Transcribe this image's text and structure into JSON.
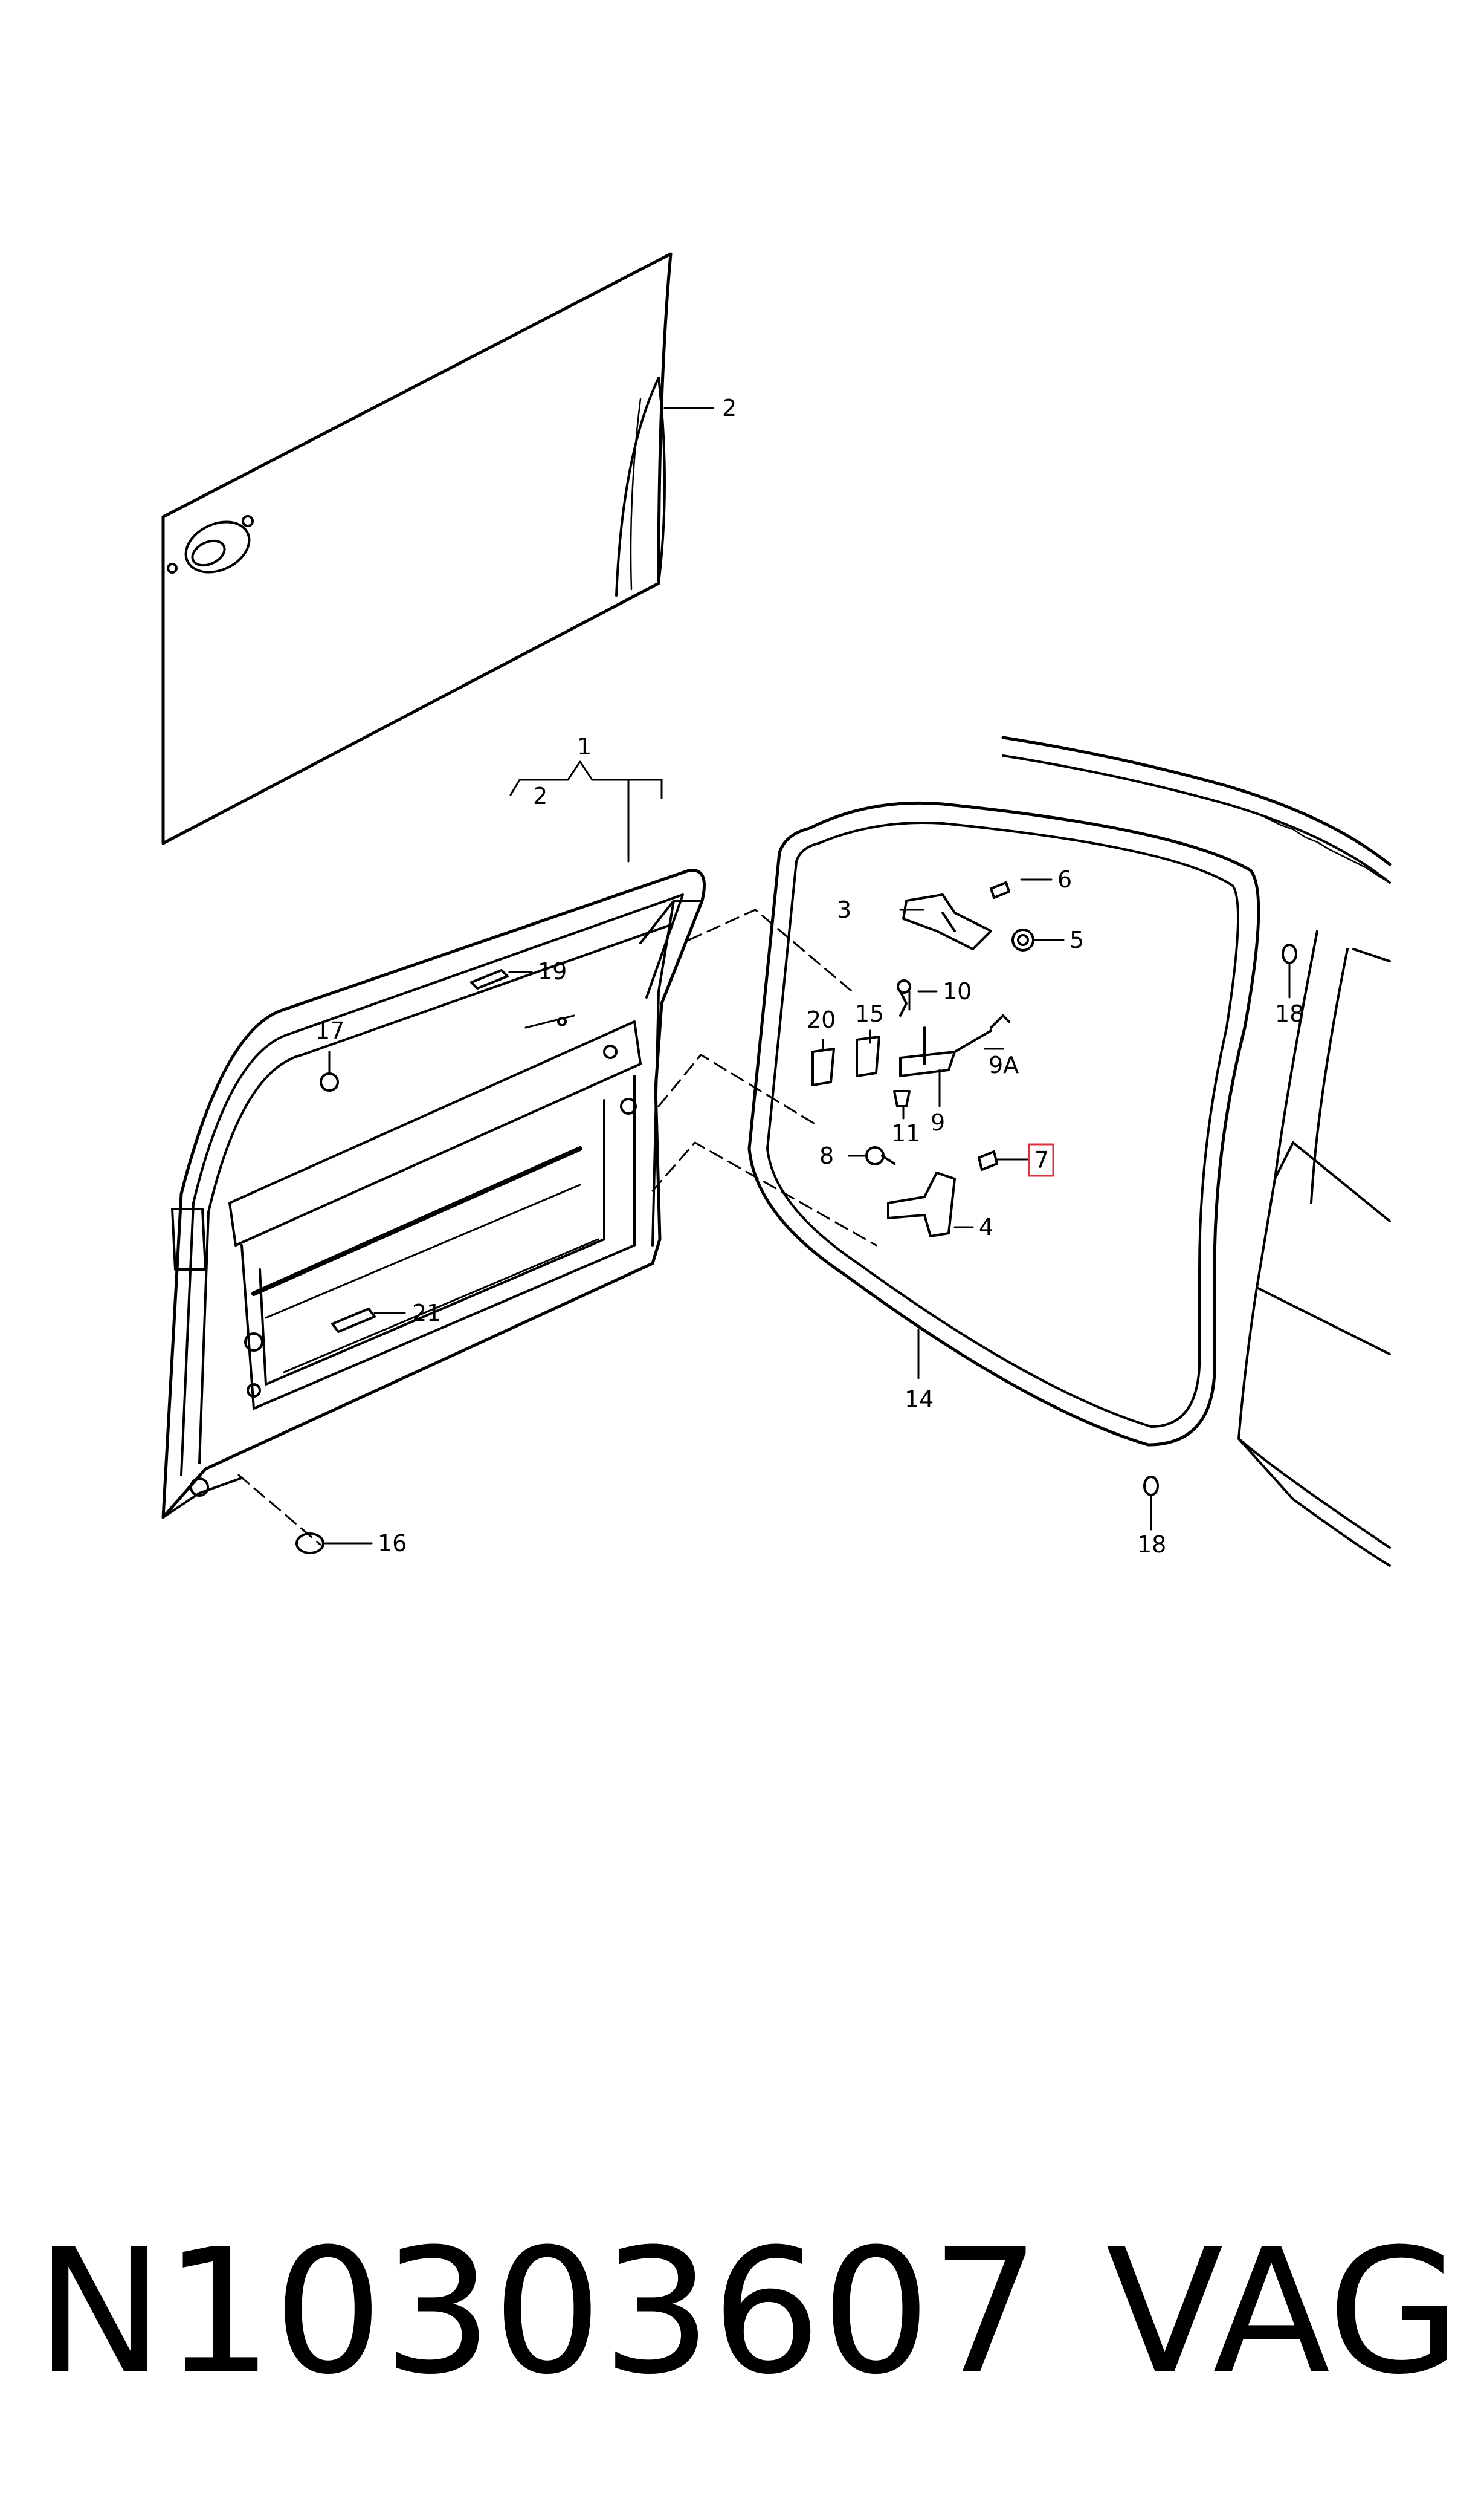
{
  "callouts": {
    "c1": "1",
    "c2_top": "2",
    "c2_group": "2",
    "c3": "3",
    "c4": "4",
    "c5": "5",
    "c6": "6",
    "c7": "7",
    "c8": "8",
    "c9": "9",
    "c9a": "9A",
    "c10": "10",
    "c11": "11",
    "c14": "14",
    "c15": "15",
    "c16": "16",
    "c17": "17",
    "c18_upper": "18",
    "c18_lower": "18",
    "c19": "19",
    "c20": "20",
    "c21": "21"
  },
  "highlight": {
    "callout": "7",
    "color": "#e0323c"
  },
  "caption": {
    "part_number": "N10303607",
    "brand": "VAG"
  }
}
